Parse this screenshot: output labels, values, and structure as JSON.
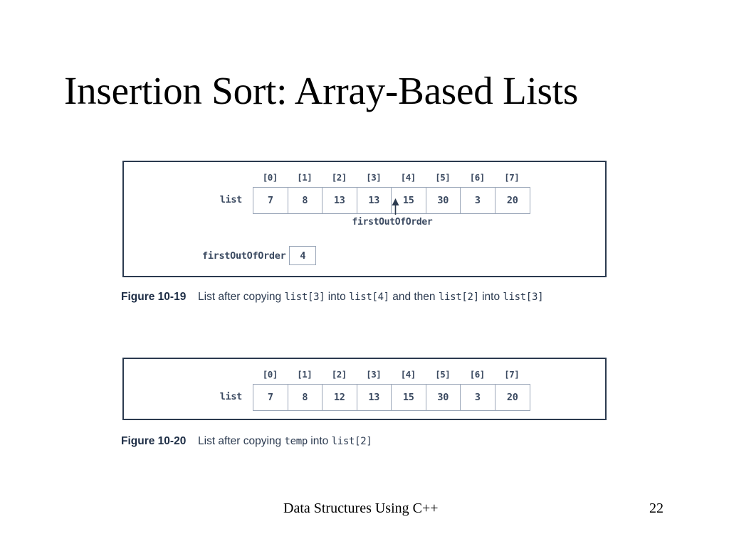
{
  "slide": {
    "title": "Insertion Sort: Array-Based Lists",
    "footer_text": "Data Structures Using C++",
    "page_number": "22"
  },
  "colors": {
    "ink": "#000000",
    "diagram_ink": "#3b4a61",
    "panel_border": "#2b3a4f",
    "cell_border": "#9aa6b8",
    "caption_label": "#1d2d45",
    "caption_text": "#2b3a50"
  },
  "figure_1": {
    "array_name": "list",
    "index_labels": [
      "[0]",
      "[1]",
      "[2]",
      "[3]",
      "[4]",
      "[5]",
      "[6]",
      "[7]"
    ],
    "values": [
      "7",
      "8",
      "13",
      "13",
      "15",
      "30",
      "3",
      "20"
    ],
    "pointer": {
      "label": "firstOutOfOrder",
      "target_index": "4",
      "icon": "arrow-up-icon"
    },
    "variable": {
      "name": "firstOutOfOrder",
      "value": "4"
    },
    "caption": {
      "label": "Figure 10-19",
      "parts": [
        {
          "type": "text",
          "value": "List after copying "
        },
        {
          "type": "mono",
          "value": "list[3]"
        },
        {
          "type": "text",
          "value": " into "
        },
        {
          "type": "mono",
          "value": "list[4]"
        },
        {
          "type": "text",
          "value": " and then "
        },
        {
          "type": "mono",
          "value": "list[2]"
        },
        {
          "type": "text",
          "value": " into "
        },
        {
          "type": "mono",
          "value": "list[3]"
        }
      ]
    }
  },
  "figure_2": {
    "array_name": "list",
    "index_labels": [
      "[0]",
      "[1]",
      "[2]",
      "[3]",
      "[4]",
      "[5]",
      "[6]",
      "[7]"
    ],
    "values": [
      "7",
      "8",
      "12",
      "13",
      "15",
      "30",
      "3",
      "20"
    ],
    "caption": {
      "label": "Figure 10-20",
      "parts": [
        {
          "type": "text",
          "value": "List after copying "
        },
        {
          "type": "mono",
          "value": "temp"
        },
        {
          "type": "text",
          "value": " into "
        },
        {
          "type": "mono",
          "value": "list[2]"
        }
      ]
    }
  }
}
